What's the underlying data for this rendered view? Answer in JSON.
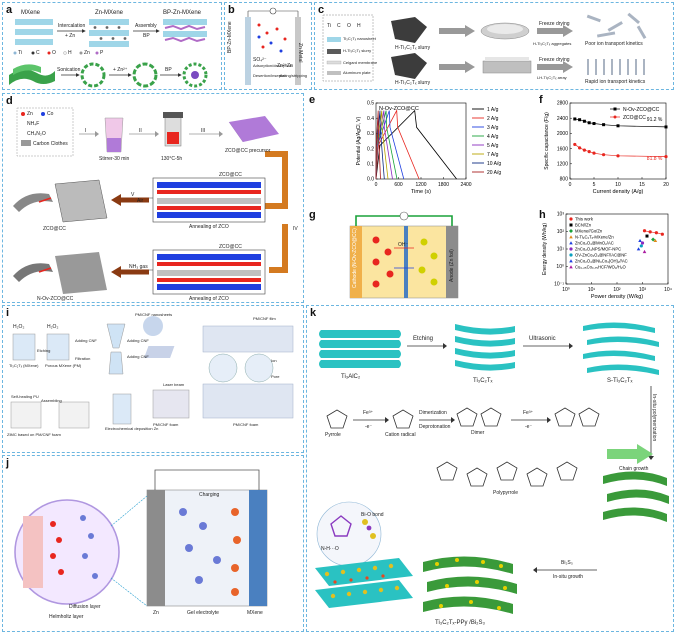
{
  "panels": {
    "a": {
      "label": "a",
      "titles": [
        "MXene",
        "Zn-MXene",
        "BP-Zn-MXene"
      ],
      "step1": "Intercalation",
      "step1_sub": "+ Zn",
      "step2": "Assembly",
      "step2_sub": "BP",
      "legend": [
        "Ti",
        "C",
        "O",
        "H",
        "Zn",
        "P"
      ],
      "bottom_steps": [
        "Sonication",
        "+ Zn²⁺",
        "BP"
      ]
    },
    "b": {
      "label": "b",
      "left": "BP-Zn-MXene",
      "right": "Zn Metal",
      "items": [
        "Adsorption/desorption",
        "Desertion/insertion",
        "Zn²⁺",
        "Zn",
        "plating/stripping"
      ],
      "so4": "SO₄²⁻",
      "zn2": "Zn²⁺"
    },
    "c": {
      "label": "c",
      "legend": [
        "Ti",
        "C",
        "O",
        "H"
      ],
      "items": [
        "Ti₃C₂Tₓ nanosheet",
        "H-Ti₃C₂Tₓ slurry",
        "Celgard membrane",
        "Aluminum plate"
      ],
      "slurry1": "H-Ti₃C₂Tₓ slurry",
      "slurry2": "H-Ti₃C₂Tₓ slurry",
      "freeze1": "Freeze drying",
      "freeze2": "Freeze drying",
      "agg": "H-Ti₃C₂Tₓ aggregates",
      "arr": "LH-Ti₃C₂Tₓ array",
      "poor": "Poor ion transport kinetics",
      "rapid": "Rapid ion transport kinetics"
    },
    "d": {
      "label": "d",
      "legend": [
        "Zn",
        "Co",
        "NH₄F",
        "CH₄N₂O",
        "Carbon Clothes"
      ],
      "steps": [
        "I",
        "II",
        "III",
        "IV",
        "V"
      ],
      "stirrer": "Stirrer-30 min",
      "hydro": "130°C-5h",
      "precursor": "ZCO@CC precursor",
      "air": "Air",
      "zco_cc": "ZCO@CC",
      "annealing1": "Annealing of ZCO",
      "annealing2": "Annealing of ZCO",
      "zco": "ZCO@CC",
      "nh3": "NH₃ gas",
      "n_zco": "N-Ov-ZCO@CC",
      "zco2": "ZCO@CC"
    },
    "k": {
      "label": "k",
      "m1": "Ti₃AlC₂",
      "m2": "Ti₃C₂Tₓ",
      "m3": "S-Ti₃C₂Tₓ",
      "etching": "Etching",
      "ultrasonic": "Ultrasonic",
      "pyrrole": "Pyrrole",
      "cation": "Cation radical",
      "dimer": "Dimer",
      "polypyrrole": "Polypyrrole",
      "fe1": "Fe³⁺",
      "fe1b": "-e⁻",
      "dimer_step": "Dimerization",
      "dimer_step2": "Deprotonation",
      "fe2": "Fe³⁺",
      "fe2b": "-e⁻",
      "insitu": "In-situ polymerization",
      "chain": "Chain growth",
      "nh": "N-H···O",
      "bio": "Bi-O bond",
      "bi2s3": "Bi₂S₃",
      "growth": "In-situ growth",
      "product": "Ti₃C₂Tₓ-PPy /Bi₂S₃"
    },
    "e": {
      "label": "e"
    },
    "f": {
      "label": "f"
    },
    "g": {
      "label": "g",
      "cathode": "Cathode (N-Ov-ZCO@CC)",
      "anode": "Anode (Zn foil)",
      "oh": "OH⁻"
    },
    "h": {
      "label": "h"
    },
    "i": {
      "label": "i",
      "texts": [
        "H₂O₂",
        "H₂O₂",
        "Ti₃C₂Tₓ (MXene)",
        "Etching",
        "Porous MXene (PM)",
        "Adding CNF",
        "Filtration",
        "Adding CNF",
        "Adding CNF",
        "PM/CNF nanosheets",
        "PM/CNF film",
        "Ion",
        "Pore",
        "Laser beam",
        "Electrochemical deposition Zn",
        "Assembling",
        "Self-healing PU",
        "ZIMC based on PM/CNF foam",
        "PM/CNF foam",
        "PM/CNF foam"
      ]
    },
    "j": {
      "label": "j",
      "charging": "Charging",
      "zn": "Zn",
      "gel": "Gel electrolyte",
      "mxene": "MXene",
      "diffusion": "Diffusion layer",
      "helmholtz": "Helmholtz layer"
    }
  },
  "chart_data": [
    {
      "id": "e",
      "type": "line",
      "title": "N-Ov-ZCO@CC",
      "xlabel": "Time (s)",
      "ylabel": "Potential (Ag/AgCl, V)",
      "xlim": [
        0,
        2400
      ],
      "ylim": [
        0,
        0.5
      ],
      "xticks": [
        0,
        600,
        1200,
        1800,
        2400
      ],
      "yticks": [
        0.0,
        0.1,
        0.2,
        0.3,
        0.4,
        0.5
      ],
      "ytick_labels": [
        "0.0",
        "0.1",
        "0.2",
        "0.3",
        "0.4",
        "0.5"
      ],
      "series": [
        {
          "name": "1 A/g",
          "color": "#000000",
          "period": 2150
        },
        {
          "name": "2 A/g",
          "color": "#e8261f",
          "period": 1150
        },
        {
          "name": "3 A/g",
          "color": "#1f3fe0",
          "period": 740
        },
        {
          "name": "4 A/g",
          "color": "#1aa23a",
          "period": 560
        },
        {
          "name": "5 A/g",
          "color": "#8b2bc0",
          "period": 440
        },
        {
          "name": "7 A/g",
          "color": "#b8a400",
          "period": 320
        },
        {
          "name": "10 A/g",
          "color": "#0b2a80",
          "period": 220
        },
        {
          "name": "20 A/g",
          "color": "#a81e1e",
          "period": 120
        }
      ]
    },
    {
      "id": "f",
      "type": "line",
      "xlabel": "Current density (A/g)",
      "ylabel": "Specific capacitance (F/g)",
      "xlim": [
        0,
        20
      ],
      "ylim": [
        800,
        2800
      ],
      "xticks": [
        0,
        5,
        10,
        15,
        20
      ],
      "yticks": [
        800,
        1200,
        1600,
        2000,
        2400,
        2800
      ],
      "series": [
        {
          "name": "N-Ov-ZCO@CC",
          "color": "#000000",
          "marker": "square",
          "x": [
            1,
            2,
            3,
            4,
            5,
            7,
            10,
            20
          ],
          "y": [
            2380,
            2360,
            2320,
            2280,
            2260,
            2230,
            2200,
            2170
          ]
        },
        {
          "name": "ZCO@CC",
          "color": "#e8261f",
          "marker": "circle",
          "x": [
            1,
            2,
            3,
            4,
            5,
            7,
            10,
            20
          ],
          "y": [
            1710,
            1620,
            1560,
            1520,
            1480,
            1440,
            1410,
            1390
          ]
        }
      ],
      "annotations": [
        "91.2 %",
        "81.8 %"
      ]
    },
    {
      "id": "h",
      "type": "scatter",
      "xlabel": "Power density (W/kg)",
      "ylabel": "Energy density (Wh/kg)",
      "xscale": "log",
      "yscale": "log",
      "xlim": [
        1,
        10000
      ],
      "ylim": [
        0.1,
        1000
      ],
      "xticks": [
        1,
        10,
        100,
        1000,
        10000
      ],
      "xtick_labels": [
        "10⁰",
        "10¹",
        "10²",
        "10³",
        "10⁴"
      ],
      "yticks": [
        0.1,
        1,
        10,
        100,
        1000
      ],
      "ytick_labels": [
        "10⁻¹",
        "10⁰",
        "10¹",
        "10²",
        "10³"
      ],
      "series": [
        {
          "name": "This work",
          "color": "#e8261f",
          "marker": "circle",
          "x": [
            1200,
            2000,
            3500,
            6000
          ],
          "y": [
            110,
            95,
            85,
            70
          ]
        },
        {
          "name": "BCN//Zn",
          "color": "#000000",
          "marker": "square",
          "x": [
            1500
          ],
          "y": [
            55
          ]
        },
        {
          "name": "MXene//Go/Zn",
          "color": "#1aa23a",
          "marker": "diamond",
          "x": [
            2600
          ],
          "y": [
            35
          ]
        },
        {
          "name": "N-Ti₃C₂Tₓ-MXene/Zn",
          "color": "#e08a1a",
          "marker": "triangle",
          "x": [
            3200
          ],
          "y": [
            30
          ]
        },
        {
          "name": "ZnCo₂O₄@MnO₂/AC",
          "color": "#1f3fe0",
          "marker": "triangle",
          "x": [
            800
          ],
          "y": [
            30
          ]
        },
        {
          "name": "ZnCo₂O₄NPS/MOF-NPC",
          "color": "#8b2bc0",
          "marker": "circle",
          "x": [
            1000
          ],
          "y": [
            22
          ]
        },
        {
          "name": "OV-ZnCo₂O₄@NF//AC@NF",
          "color": "#0aa0c0",
          "marker": "circle",
          "x": [
            900
          ],
          "y": [
            15
          ]
        },
        {
          "name": "ZnCo₂O₄@Ni₃Co₃(OH)₂//AC",
          "color": "#1f3fe0",
          "marker": "triangle",
          "x": [
            700
          ],
          "y": [
            10
          ]
        },
        {
          "name": "Cu₀.₂₅Co₀.₇₅HCF/WO₃/H₂O",
          "color": "#aa1aa0",
          "marker": "triangle",
          "x": [
            1200
          ],
          "y": [
            7
          ]
        }
      ]
    }
  ]
}
